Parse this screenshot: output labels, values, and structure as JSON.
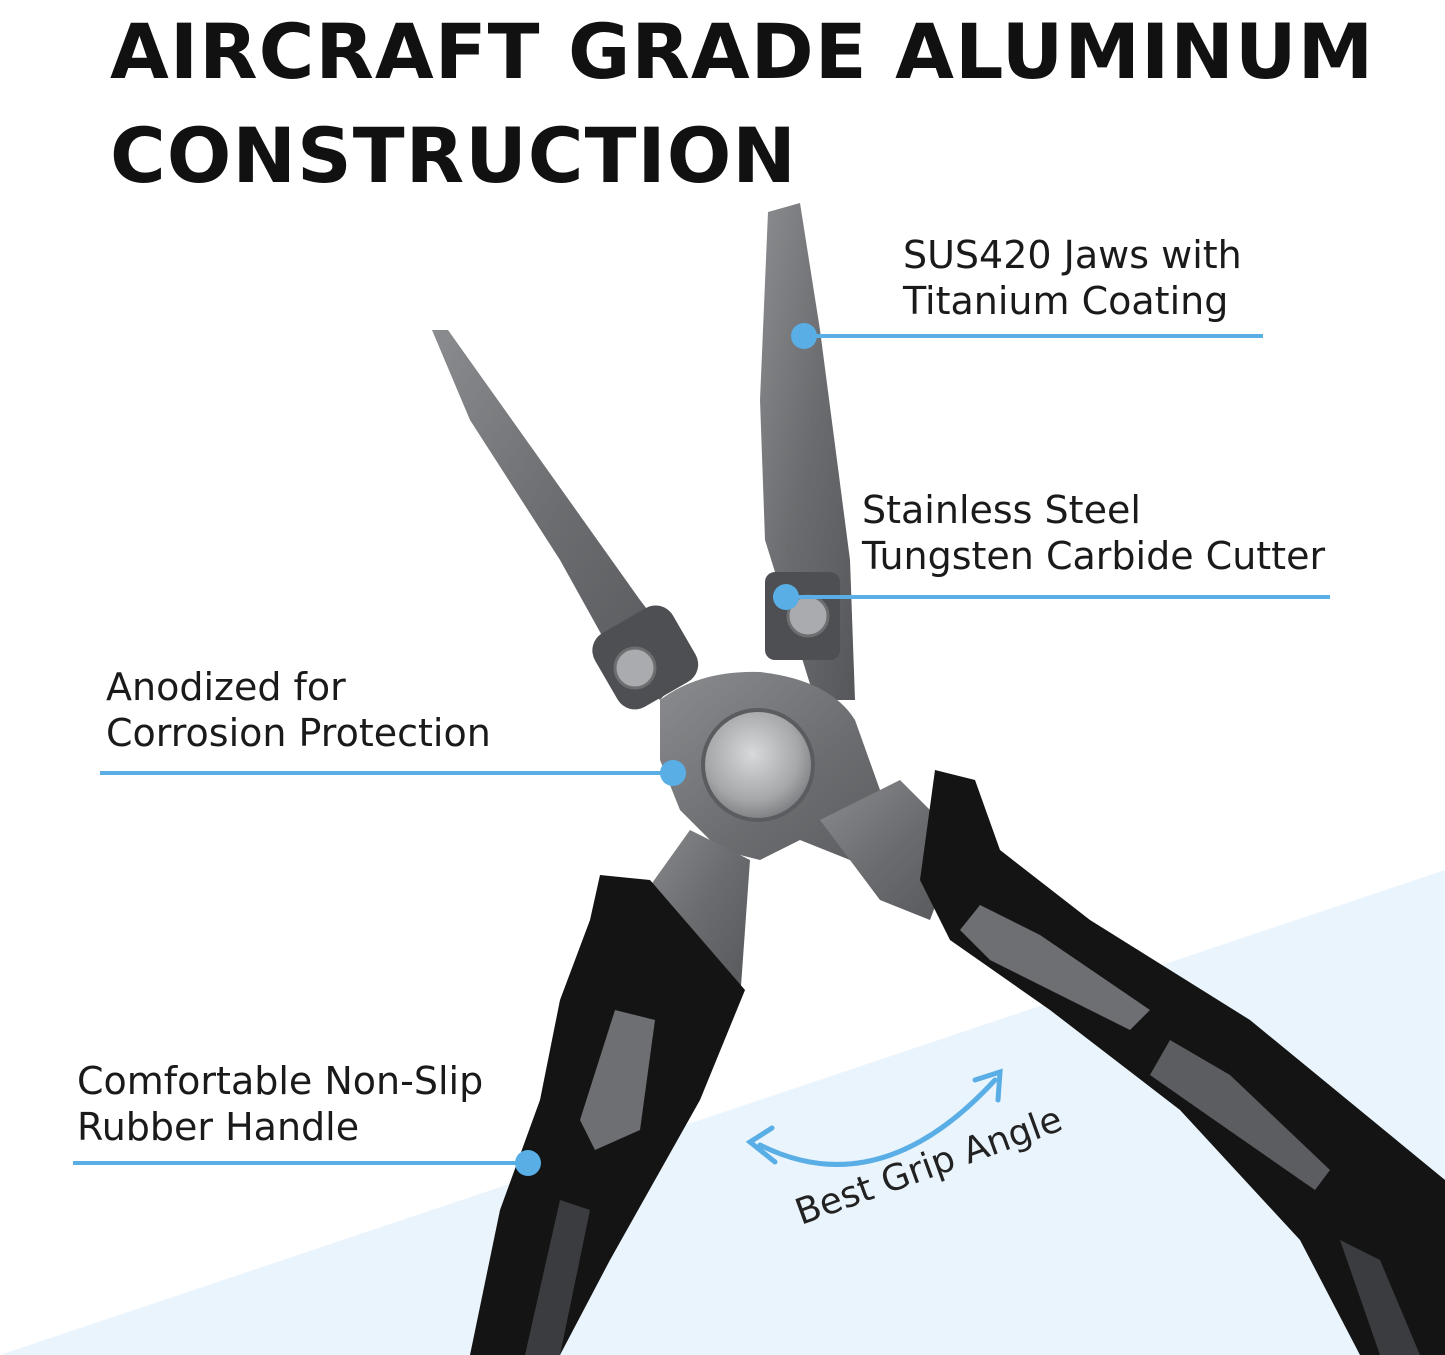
{
  "heading": {
    "line1": "AIRCRAFT GRADE ALUMINUM",
    "line2": "CONSTRUCTION"
  },
  "callouts": {
    "jaws": {
      "line1": "SUS420 Jaws with",
      "line2": "Titanium Coating"
    },
    "cutter": {
      "line1": "Stainless Steel",
      "line2": "Tungsten Carbide Cutter"
    },
    "anodized": {
      "line1": "Anodized for",
      "line2": "Corrosion Protection"
    },
    "handle": {
      "line1": "Comfortable Non-Slip",
      "line2": "Rubber Handle"
    },
    "grip": "Best Grip Angle"
  },
  "colors": {
    "accent": "#5aaee6",
    "wedge": "#eaf4fc",
    "metal": "#6d6f72",
    "rubber": "#141414"
  },
  "icons": {
    "arrow": "curved-double-arrow-icon",
    "marker": "callout-dot-icon",
    "product": "fishing-pliers-illustration"
  }
}
